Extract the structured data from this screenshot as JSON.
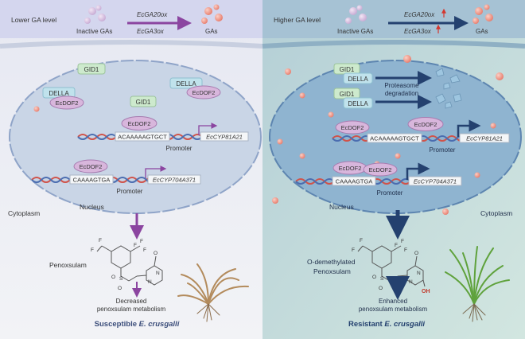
{
  "left": {
    "level_label": "Lower GA level",
    "inactive_label": "Inactive GAs",
    "gas_label": "GAs",
    "gene_top": "EcGA20ox",
    "gene_bottom": "EcGA3ox",
    "gid1_a": "GID1",
    "gid1_b": "GID1",
    "della_a": "DELLA",
    "della_b": "DELLA",
    "ecdof2_a": "EcDOF2",
    "ecdof2_b": "EcDOF2",
    "ecdof2_c": "EcDOF2",
    "ecdof2_d": "EcDOF2",
    "seq_top": "ACAAAAAGTGCT",
    "seq_bottom": "CAAAAGTGA",
    "promoter_top": "Promoter",
    "promoter_bottom": "Promoter",
    "gene_cyp81": "EcCYP81A21",
    "gene_cyp704": "EcCYP704A371",
    "nucleus": "Nucleus",
    "cytoplasm": "Cytoplasm",
    "herbicide": "Penoxsulam",
    "metabolism_line1": "Decreased",
    "metabolism_line2": "penoxsulam metabolism",
    "caption_prefix": "Susceptible ",
    "caption_species": "E. crusgalli"
  },
  "right": {
    "level_label": "Higher GA level",
    "inactive_label": "Inactive GAs",
    "gas_label": "GAs",
    "gene_top": "EcGA20ox",
    "gene_bottom": "EcGA3ox",
    "gid1_a": "GID1",
    "gid1_b": "GID1",
    "della_a": "DELLA",
    "della_b": "DELLA",
    "proteasome_line1": "Proteasome",
    "proteasome_line2": "degradation",
    "ecdof2_a": "EcDOF2",
    "ecdof2_b": "EcDOF2",
    "ecdof2_c": "EcDOF2",
    "ecdof2_d": "EcDOF2",
    "seq_top": "ACAAAAAGTGCT",
    "seq_bottom": "CAAAAGTGA",
    "promoter_top": "Promoter",
    "promoter_bottom": "Promoter",
    "gene_cyp81": "EcCYP81A21",
    "gene_cyp704": "EcCYP704A371",
    "nucleus": "Nucleus",
    "cytoplasm": "Cytoplasm",
    "herbicide_line1": "O-demethylated",
    "herbicide_line2": "Penoxsulam",
    "oh_label": "OH",
    "metabolism_line1": "Enhanced",
    "metabolism_line2": "penoxsulam metabolism",
    "caption_prefix": "Resistant ",
    "caption_species": "E. crusgalli"
  },
  "molecule": {
    "f1": "F",
    "f2": "F",
    "f3": "F",
    "f4": "F",
    "f5": "F",
    "s": "S",
    "o1": "O",
    "o2": "O",
    "o3": "O",
    "o4": "O",
    "n1": "N",
    "n2": "N",
    "n3": "N",
    "n4": "N",
    "nh": "N",
    "h": "H"
  },
  "colors": {
    "left_header": "#d4d6ee",
    "right_header": "#a6c2d4",
    "left_bg": "#eef0f5",
    "right_bg": "#c5dcdc",
    "cell_left": "#c8d4e4",
    "cell_right": "#8fb2cd",
    "della": "#c0e2ec",
    "gid1": "#cdeacd",
    "ecdof2": "#d8b6dc",
    "ga_dot": "#f19a8c",
    "inactive_dot": "#d9c2e0",
    "arrow_purple": "#8b45a0",
    "arrow_navy": "#24416f",
    "dna_red": "#d0534a",
    "dna_blue": "#4b6db0",
    "up_arrow": "#d4362e"
  }
}
